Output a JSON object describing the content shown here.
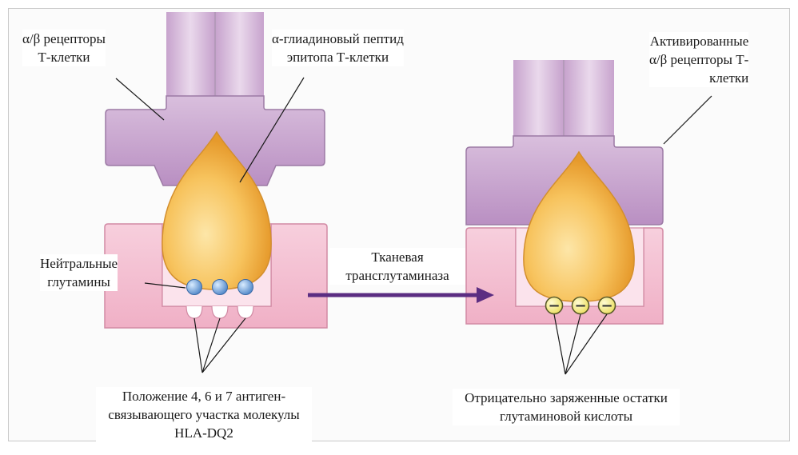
{
  "labels": {
    "tcr_left": [
      "α/β рецепторы",
      "Т-клетки"
    ],
    "peptide": [
      "α-глиадиновый пептид",
      "эпитопа Т-клетки"
    ],
    "activated_tcr": [
      "Активированные",
      "α/β рецепторы Т-",
      "клетки"
    ],
    "neutral_glutamines": [
      "Нейтральные",
      "глутамины"
    ],
    "enzyme": [
      "Тканевая",
      "трансглутаминаза"
    ],
    "positions": [
      "Положение 4, 6 и 7 антиген-",
      "связывающего участка молекулы",
      "HLA-DQ2"
    ],
    "negative_residues": [
      "Отрицательно заряженные остатки",
      "глутаминовой кислоты"
    ]
  },
  "charge_symbol": "−",
  "colors": {
    "receptor": "#c9a6cf",
    "mhc": "#f3bcd0",
    "peptide": "#f5b84a",
    "glutamine": "#6e9ed6",
    "glutamate": "#f4ec8a",
    "arrow": "#5b2d82"
  }
}
